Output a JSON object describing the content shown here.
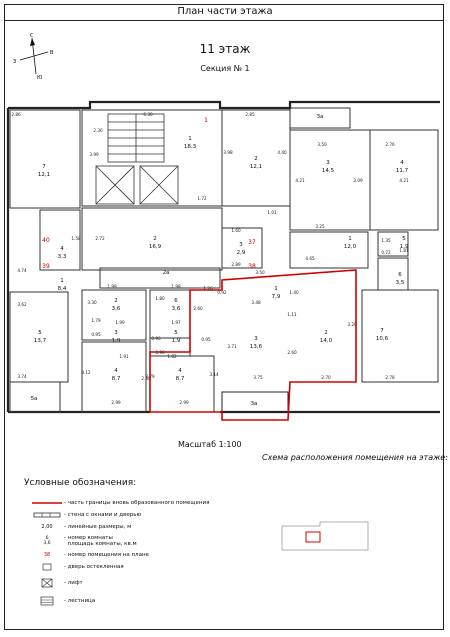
{
  "header": {
    "title": "План части этажа",
    "floor": "11 этаж",
    "section": "Секция № 1"
  },
  "compass": {
    "n": "С",
    "s": "Ю",
    "e": "В",
    "w": "З"
  },
  "rooms": [
    {
      "id": "c1-num",
      "text": "1"
    },
    {
      "id": "c1-area",
      "text": "18,3"
    },
    {
      "id": "w7-num",
      "text": "7"
    },
    {
      "id": "w7-area",
      "text": "12,1"
    },
    {
      "id": "c2a-num",
      "text": "2"
    },
    {
      "id": "c2a-area",
      "text": "12,1"
    },
    {
      "id": "c3-num",
      "text": "3"
    },
    {
      "id": "c3-area",
      "text": "14,5"
    },
    {
      "id": "c4-num",
      "text": "4"
    },
    {
      "id": "c4-area",
      "text": "11,7"
    },
    {
      "id": "mid2-num",
      "text": "2"
    },
    {
      "id": "mid2-area",
      "text": "16,9"
    },
    {
      "id": "w4-num",
      "text": "4"
    },
    {
      "id": "w4-area",
      "text": "3,3"
    },
    {
      "id": "w1-num",
      "text": "1"
    },
    {
      "id": "w1-area",
      "text": "8,4"
    },
    {
      "id": "s3-num",
      "text": "3"
    },
    {
      "id": "s3-area",
      "text": "2,9"
    },
    {
      "id": "e1-num",
      "text": "1"
    },
    {
      "id": "e1-area",
      "text": "12,0"
    },
    {
      "id": "e5-num",
      "text": "5"
    },
    {
      "id": "e5-area",
      "text": "1,9"
    },
    {
      "id": "e6-num",
      "text": "6"
    },
    {
      "id": "e6-area",
      "text": "3,5"
    },
    {
      "id": "k2a",
      "text": "2а"
    },
    {
      "id": "r1-num",
      "text": "1"
    },
    {
      "id": "r1-area",
      "text": "7,9"
    },
    {
      "id": "r2-num",
      "text": "2"
    },
    {
      "id": "r2-area",
      "text": "14,0"
    },
    {
      "id": "r3-num",
      "text": "3"
    },
    {
      "id": "r3-area",
      "text": "13,6"
    },
    {
      "id": "e7-num",
      "text": "7"
    },
    {
      "id": "e7-area",
      "text": "10,6"
    },
    {
      "id": "m6-num",
      "text": "6"
    },
    {
      "id": "m6-area",
      "text": "3,6"
    },
    {
      "id": "m5-num",
      "text": "5"
    },
    {
      "id": "m5-area",
      "text": "1,9"
    },
    {
      "id": "m2-num",
      "text": "2"
    },
    {
      "id": "m2-area",
      "text": "3,6"
    },
    {
      "id": "m3-num",
      "text": "3"
    },
    {
      "id": "m3-area",
      "text": "1,9"
    },
    {
      "id": "m4a-num",
      "text": "4"
    },
    {
      "id": "m4a-area",
      "text": "8,7"
    },
    {
      "id": "m4b-num",
      "text": "4"
    },
    {
      "id": "m4b-area",
      "text": "8,7"
    },
    {
      "id": "w5-num",
      "text": "5"
    },
    {
      "id": "w5-area",
      "text": "13,7"
    },
    {
      "id": "b3a-top",
      "text": "3а"
    },
    {
      "id": "b3a-bot",
      "text": "3а"
    },
    {
      "id": "b5a",
      "text": "5а"
    }
  ],
  "dimensions": [
    "6.30",
    "2.86",
    "2.85",
    "2.36",
    "3.99",
    "3.98",
    "4.40",
    "3.50",
    "2.76",
    "4.21",
    "3.09",
    "4.21",
    "1.72",
    "1.01",
    "3.25",
    "4.65",
    "2.72",
    "1.58",
    "1.60",
    "2.89",
    "4.74",
    "1.35",
    "0.72",
    "1.81",
    "3.50",
    "1.98",
    "1.26",
    "3.48",
    "0.92",
    "1.99",
    "1.80",
    "2.60",
    "1.40",
    "3.20",
    "3.62",
    "3.30",
    "1.79",
    "1.99",
    "1.97",
    "0.95",
    "1.11",
    "1.91",
    "0.96",
    "0.95",
    "1.82",
    "0.96",
    "3.71",
    "2.60",
    "3.12",
    "2.79",
    "2.80",
    "3.14",
    "3.75",
    "2.70",
    "2.78",
    "3.74",
    "2.99",
    "2.99"
  ],
  "red_numbers": [
    "40",
    "39",
    "37",
    "38",
    "1"
  ],
  "scale_label": "Масштаб 1:100",
  "scheme_title": "Схема расположения помещения на этаже:",
  "legend": {
    "heading": "Условные обозначения:",
    "items": [
      {
        "icon": "red-boundary-line-icon",
        "label": "- часть границы вновь образованного помещения"
      },
      {
        "icon": "wall-window-door-icon",
        "label": "- стена с окнами и дверью"
      },
      {
        "icon": "linear-dimension-icon",
        "label": "- линейные размеры, м"
      },
      {
        "icon": "room-number-area-icon",
        "label": "- номер комнаты\n  площадь комнаты, кв.м"
      },
      {
        "icon": "plan-number-icon",
        "label": "- номер помещения на плане"
      },
      {
        "icon": "glazed-door-icon",
        "label": "- дверь остекленная"
      },
      {
        "icon": "elevator-icon",
        "label": "- лифт"
      },
      {
        "icon": "stairs-icon",
        "label": "- лестница"
      }
    ],
    "sample_number": "38",
    "sample_dim": "2,00",
    "sample_room": "6",
    "sample_area": "3,6"
  },
  "colors": {
    "boundary": "#d40000",
    "line": "#222222",
    "red_text": "#c00000"
  }
}
